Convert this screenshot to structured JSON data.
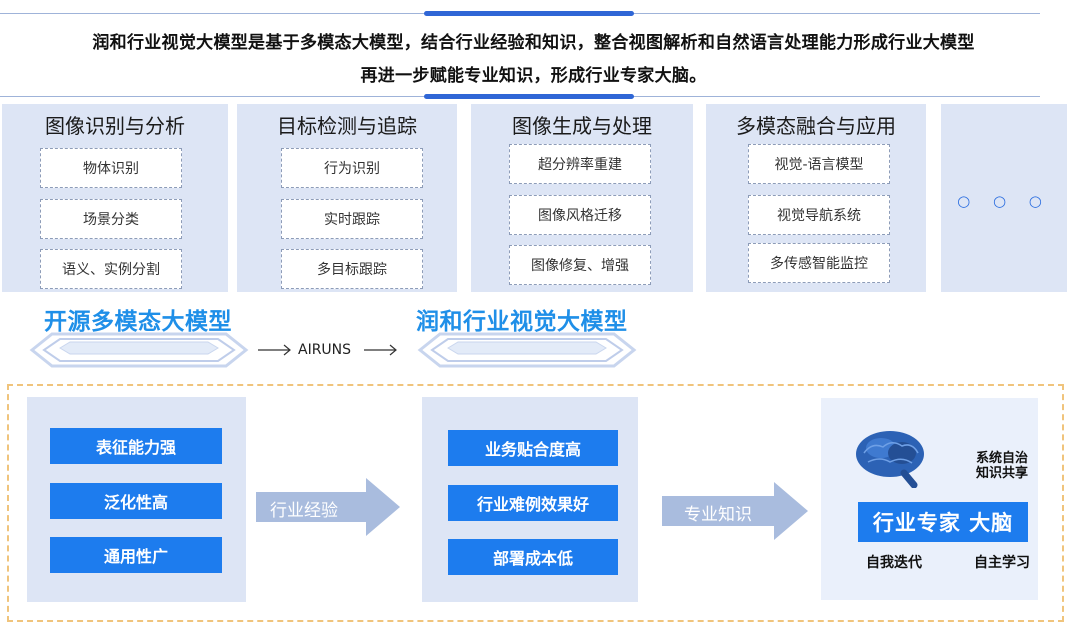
{
  "intro": {
    "line1": "润和行业视觉大模型是基于多模态大模型，结合行业经验和知识，整合视图解析和自然语言处理能力形成行业大模型",
    "line2": "再进一步赋能专业知识，形成行业专家大脑。"
  },
  "panels": [
    {
      "title": "图像识别与分析",
      "items": [
        "物体识别",
        "场景分类",
        "语义、实例分割"
      ]
    },
    {
      "title": "目标检测与追踪",
      "items": [
        "行为识别",
        "实时跟踪",
        "多目标跟踪"
      ]
    },
    {
      "title": "图像生成与处理",
      "items": [
        "超分辨率重建",
        "图像风格迁移",
        "图像修复、增强"
      ]
    },
    {
      "title": "多模态融合与应用",
      "items": [
        "视觉-语言模型",
        "视觉导航系统",
        "多传感智能监控"
      ]
    }
  ],
  "more_dots": "○ ○ ○",
  "models": {
    "open_source": "开源多模态大模型",
    "arrow_label": "AIRUNS",
    "runhe": "润和行业视觉大模型"
  },
  "lower": {
    "left_items": [
      "表征能力强",
      "泛化性高",
      "通用性广"
    ],
    "flow1": "行业经验",
    "mid_items": [
      "业务贴合度高",
      "行业难例效果好",
      "部署成本低"
    ],
    "flow2": "专业知识",
    "brain": {
      "side_line1": "系统自治",
      "side_line2": "知识共享",
      "title": "行业专家 大脑",
      "left_caption": "自我迭代",
      "right_caption": "自主学习"
    }
  },
  "colors": {
    "accent_blue": "#1d7cee",
    "model_title_blue": "#1f8fe8",
    "panel_bg": "#dde5f5",
    "frame_orange": "#f0c47c",
    "arrow_blue": "#a9bcde"
  },
  "icons": [
    "brain-icon",
    "arrow-right-icon",
    "layer-stack-icon"
  ]
}
